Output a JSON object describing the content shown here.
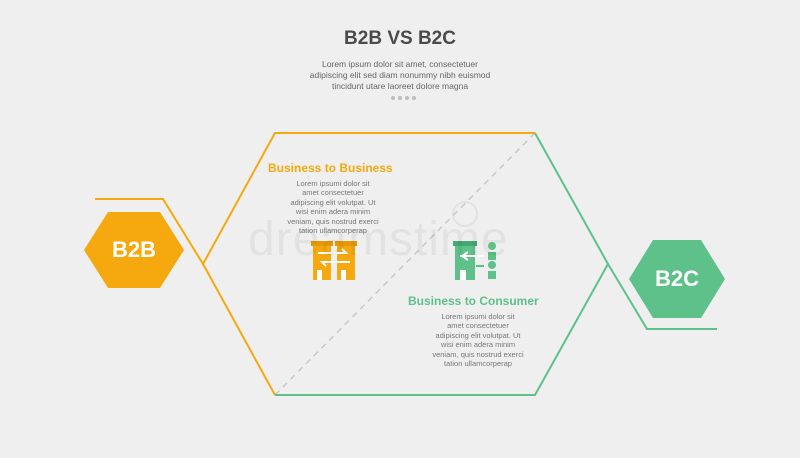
{
  "header": {
    "title": "B2B VS B2C",
    "description_lines": [
      "Lorem ipsum dolor sit amet, consectetuer",
      "adipiscing elit sed diam nonummy nibh euismod",
      "tincidunt utare laoreet dolore magna"
    ]
  },
  "colors": {
    "b2b": "#f5a90e",
    "b2c": "#5ec18a",
    "background": "#efefef",
    "dashed_line": "#c8c8c8"
  },
  "b2b": {
    "badge": "B2B",
    "title": "Business to Business",
    "body_lines": [
      "Lorem ipsumi dolor sit",
      "amet consectetuer",
      "adipiscing elit  volutpat. Ut",
      "wisi enim adera minim",
      "veniam, quis nostrud exerci",
      "tation ullamcorperap"
    ],
    "icon": "business-exchange-icon"
  },
  "b2c": {
    "badge": "B2C",
    "title": "Business to Consumer",
    "body_lines": [
      "Lorem ipsumi dolor sit",
      "amet consectetuer",
      "adipiscing elit  volutpat. Ut",
      "wisi enim adera minim",
      "veniam, quis nostrud exerci",
      "tation ullamcorperap"
    ],
    "icon": "business-consumer-icon"
  },
  "watermark": "dreamstime"
}
